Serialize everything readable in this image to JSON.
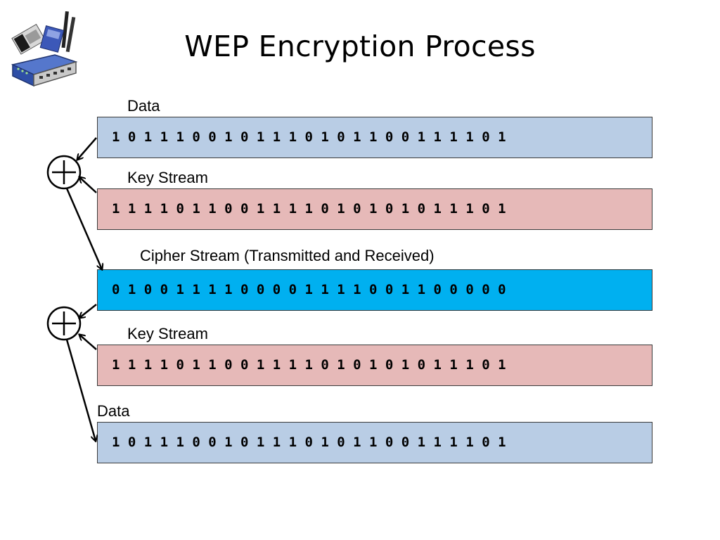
{
  "title": "WEP Encryption Process",
  "labels": {
    "data_top": "Data",
    "key_stream_top": "Key Stream",
    "cipher": "Cipher Stream (Transmitted and Received)",
    "key_stream_bottom": "Key Stream",
    "data_bottom": "Data"
  },
  "bars": {
    "data_top": "1 0 1 1 1 0 0 1 0 1 1 1 0 1 0 1 1 0 0 1 1 1 1 0 1",
    "key_stream_top": "1 1 1 1 0 1 1 0 0 1 1 1 1 0 1 0 1 0 1 0 1 1 1 0 1",
    "cipher": "0 1 0 0 1 1 1 1 0 0 0 0 1 1 1 1 0 0 1 1 0 0 0 0 0",
    "key_stream_bottom": "1 1 1 1 0 1 1 0 0 1 1 1 1 0 1 0 1 0 1 0 1 1 1 0 1",
    "data_bottom": "1 0 1 1 1 0 0 1 0 1 1 1 0 1 0 1 1 0 0 1 1 1 1 0 1"
  },
  "colors": {
    "data_bar": "#b9cde5",
    "key_bar": "#e6b9b8",
    "cipher_bar": "#00b0f0"
  },
  "icons": {
    "xor_symbol": "circled-plus",
    "logo": "wireless-router-with-pc-card"
  }
}
